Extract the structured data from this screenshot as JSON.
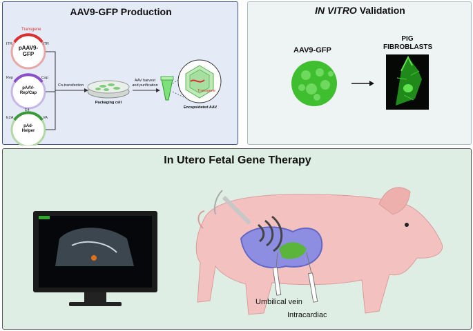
{
  "production": {
    "title": "AAV9-GFP Production",
    "plasmid1": {
      "name_line1": "pAAV9-",
      "name_line2": "GFP",
      "top_label": "Transgene",
      "left_label": "ITR",
      "right_label": "ITR"
    },
    "plasmid2": {
      "name_line1": "pAAV-",
      "name_line2": "Rep/Cap",
      "left_label": "Rep",
      "right_label": "Cap"
    },
    "plasmid3": {
      "name_line1": "pAd-",
      "name_line2": "Helper",
      "top_label": "E4",
      "left_label": "E2A",
      "right_label": "VA"
    },
    "step_cotransfection": "Co-transfection",
    "packaging_cell": "Packaging cell",
    "step_harvest_line1": "AAV harvest",
    "step_harvest_line2": "and purification",
    "transgene_label": "Transgene",
    "encapsidated": "Encapsidated AAV"
  },
  "validation": {
    "title_italic": "IN VITRO",
    "title_rest": " Validation",
    "virus_label": "AAV9-GFP",
    "cells_label_line1": "PIG",
    "cells_label_line2": "FIBROBLASTS"
  },
  "therapy": {
    "title": "In Utero Fetal Gene Therapy",
    "route1": "Umbilical vein",
    "route2": "Intracardiac"
  },
  "colors": {
    "panel1_bg": "#e4ebf7",
    "panel1_border": "#3b4f86",
    "panel2_bg": "#eef3f4",
    "panel3_bg": "#dfeee4",
    "gfp_green": "#3fbf2f",
    "pig_pink": "#f3c2c0",
    "uterus_blue": "#5b6fe0"
  },
  "icons": [
    "plasmid-icon",
    "petri-dish-icon",
    "tube-icon",
    "aav-capsid-icon",
    "arrow-icon",
    "fibroblast-icon",
    "monitor-icon",
    "ultrasound-probe-icon",
    "syringe-icon",
    "pig-icon"
  ]
}
